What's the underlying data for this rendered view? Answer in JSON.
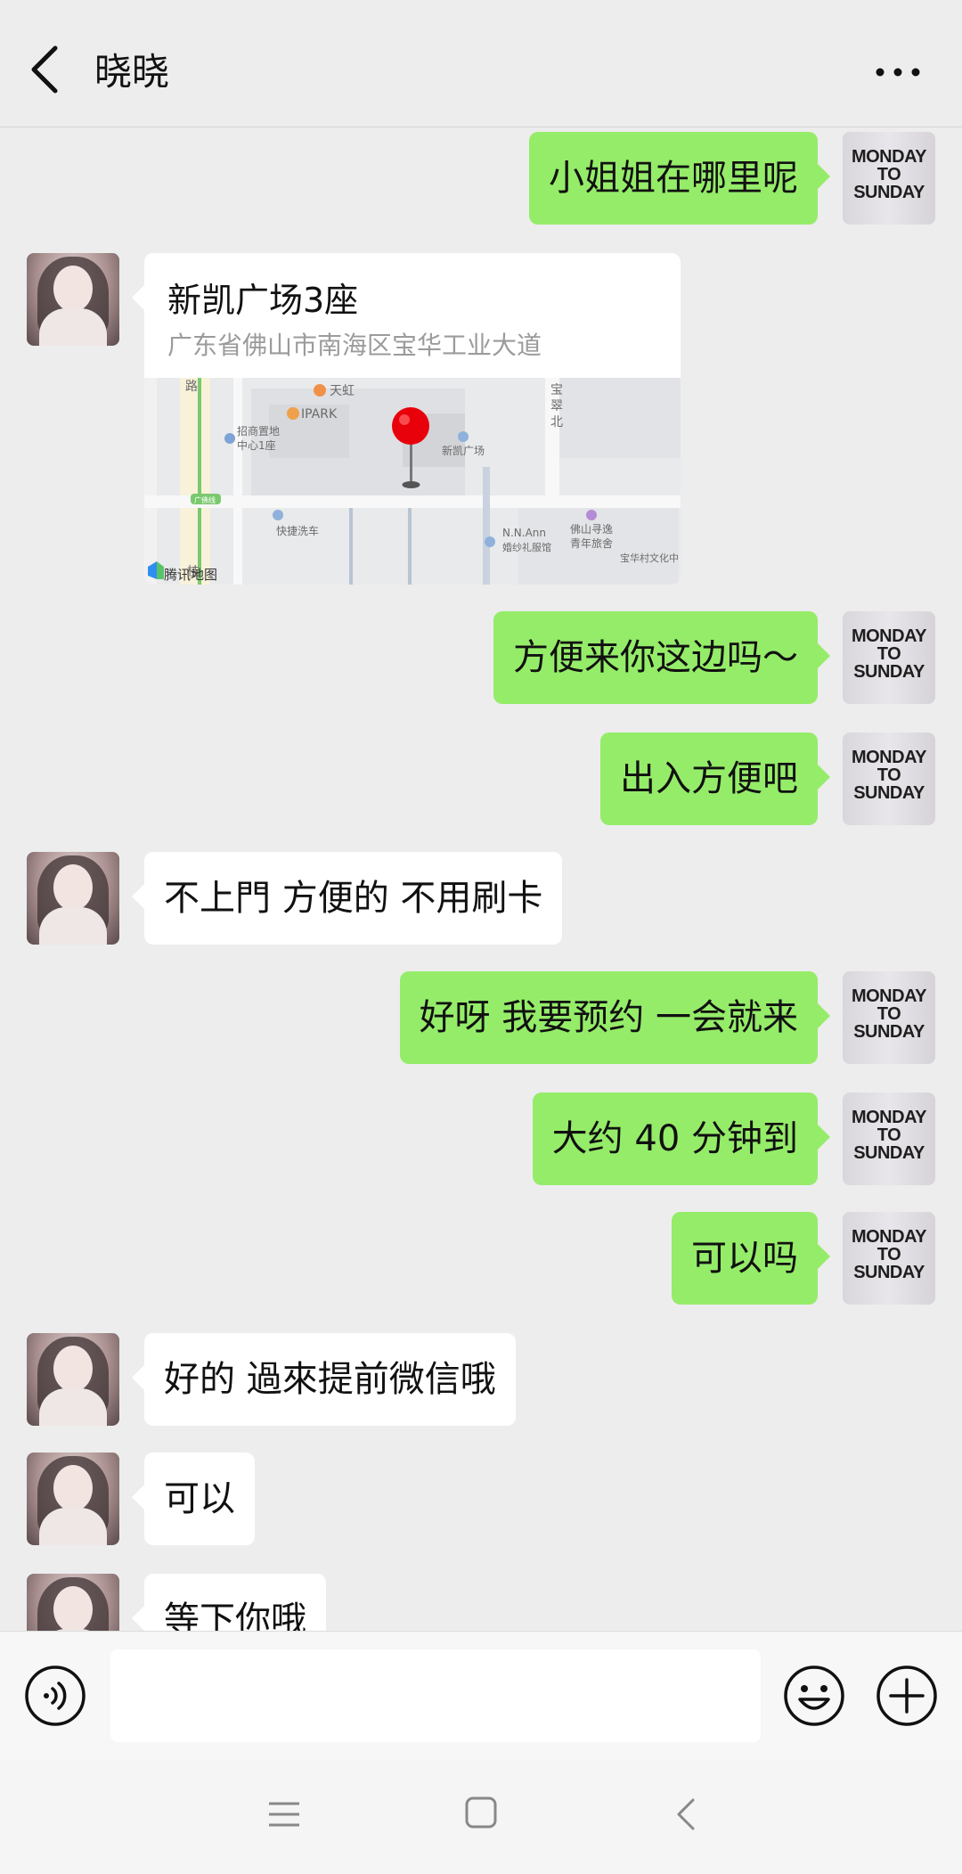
{
  "header": {
    "title": "晓晓",
    "back_icon": "chevron-left-icon",
    "more_icon": "more-horizontal-icon"
  },
  "self_avatar_text": [
    "MONDAY",
    "TO",
    "SUNDAY"
  ],
  "messages": [
    {
      "sender": "self",
      "text": "小姐姐在哪里呢"
    },
    {
      "sender": "other",
      "type": "location",
      "name": "新凯广场3座",
      "address": "广东省佛山市南海区宝华工业大道"
    },
    {
      "sender": "self",
      "text": "方便来你这边吗～"
    },
    {
      "sender": "self",
      "text": "出入方便吧"
    },
    {
      "sender": "other",
      "text": "不上門 方便的 不用刷卡"
    },
    {
      "sender": "self",
      "text": "好呀 我要预约 一会就来"
    },
    {
      "sender": "self",
      "text": "大约 40 分钟到"
    },
    {
      "sender": "self",
      "text": "可以吗"
    },
    {
      "sender": "other",
      "text": "好的 過來提前微信哦"
    },
    {
      "sender": "other",
      "text": "可以"
    },
    {
      "sender": "other",
      "text": "等下你哦"
    }
  ],
  "map": {
    "provider": "腾讯地图",
    "labels": [
      "天虹",
      "IPARK",
      "招商置地",
      "中心1座",
      "新凯广场",
      "宝",
      "翠",
      "北",
      "路",
      "快捷洗车",
      "N.N.Ann",
      "婚纱礼服馆",
      "佛山寻逸",
      "青年旅舍",
      "宝华村文化中",
      "广佛线",
      "桂"
    ]
  },
  "input_bar": {
    "placeholder": "",
    "voice_icon": "voice-icon",
    "emoji_icon": "emoji-icon",
    "plus_icon": "plus-icon"
  },
  "nav": {
    "menu_icon": "menu-icon",
    "home_icon": "home-square-icon",
    "back_icon": "back-triangle-icon"
  },
  "colors": {
    "outgoing_bubble": "#95ec69",
    "incoming_bubble": "#ffffff",
    "background": "#ededed",
    "pin": "#e8000b"
  }
}
